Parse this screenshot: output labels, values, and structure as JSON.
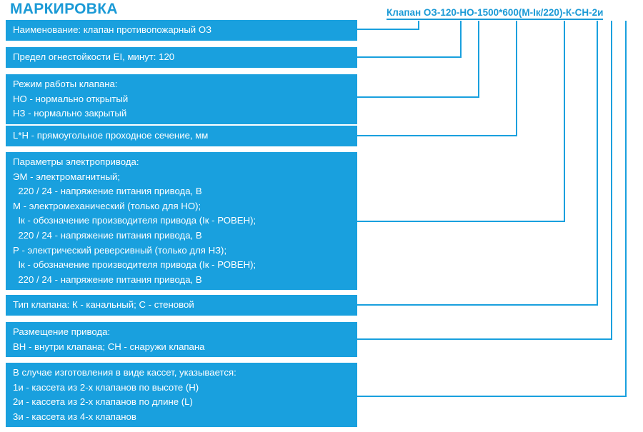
{
  "page": {
    "title": "МАРКИРОВКА",
    "accent_color": "#19a0de",
    "title_color": "#1b9ad6",
    "box_text_color": "#ffffff",
    "background": "#ffffff"
  },
  "formula": {
    "text": "Клапан ОЗ-120-НО-1500*600(М-Iк/220)-К-СН-2и",
    "segments": [
      "Клапан ОЗ",
      "120",
      "НО",
      "1500*600",
      "(М-Iк/220)",
      "К",
      "СН",
      "2и"
    ]
  },
  "boxes": [
    {
      "id": "name",
      "lines": [
        "Наименование: клапан противопожарный ОЗ"
      ]
    },
    {
      "id": "fire-limit",
      "lines": [
        "Предел огнестойкости EI, минут: 120"
      ]
    },
    {
      "id": "operating-mode",
      "lines": [
        "Режим работы клапана:",
        "НО - нормально открытый",
        "НЗ - нормально закрытый"
      ]
    },
    {
      "id": "cross-section",
      "lines": [
        "L*H - прямоугольное проходное сечение, мм"
      ]
    },
    {
      "id": "drive-parameters",
      "lines": [
        "Параметры электропривода:",
        "ЭМ - электромагнитный;",
        "  220 / 24 - напряжение питания привода, В",
        "М - электромеханический (только для НО);",
        "  Iк - обозначение производителя привода (Iк - РОВЕН);",
        "  220 / 24 - напряжение питания привода, В",
        "Р - электрический реверсивный (только для НЗ);",
        "  Iк - обозначение производителя привода (Iк - РОВЕН);",
        "  220 / 24 - напряжение питания привода, В"
      ]
    },
    {
      "id": "valve-type",
      "lines": [
        "Тип клапана: К - канальный; С - стеновой"
      ]
    },
    {
      "id": "drive-placement",
      "lines": [
        "Размещение привода:",
        "ВН - внутри клапана; СН - снаружи клапана"
      ]
    },
    {
      "id": "cassette",
      "lines": [
        "В случае изготовления в виде кассет, указывается:",
        "1и - кассета из 2-х клапанов по высоте (H)",
        "2и - кассета из 2-х клапанов по длине (L)",
        "3и - кассета из 4-х клапанов"
      ]
    }
  ]
}
